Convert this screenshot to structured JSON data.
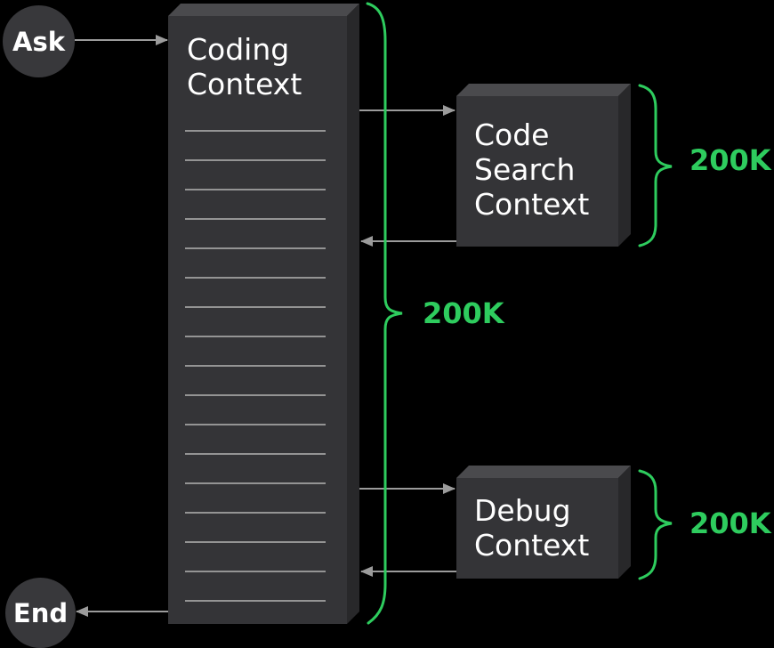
{
  "nodes": {
    "ask": {
      "label": "Ask"
    },
    "coding_context": {
      "label": "Coding Context",
      "ruled_lines": 17
    },
    "code_search_context": {
      "label": "Code Search Context"
    },
    "debug_context": {
      "label": "Debug Context"
    },
    "end": {
      "label": "End"
    }
  },
  "annotations": {
    "center_capacity": "200K",
    "code_search_capacity": "200K",
    "debug_capacity": "200K"
  },
  "colors": {
    "background": "#000000",
    "box_front": "#343437",
    "box_top": "#4a4a4d",
    "box_side": "#28282a",
    "circle_fill": "#38383b",
    "arrow": "#9b9b9b",
    "accent_green": "#2ecc5e",
    "text": "#ffffff",
    "ruled_line": "#949494"
  }
}
